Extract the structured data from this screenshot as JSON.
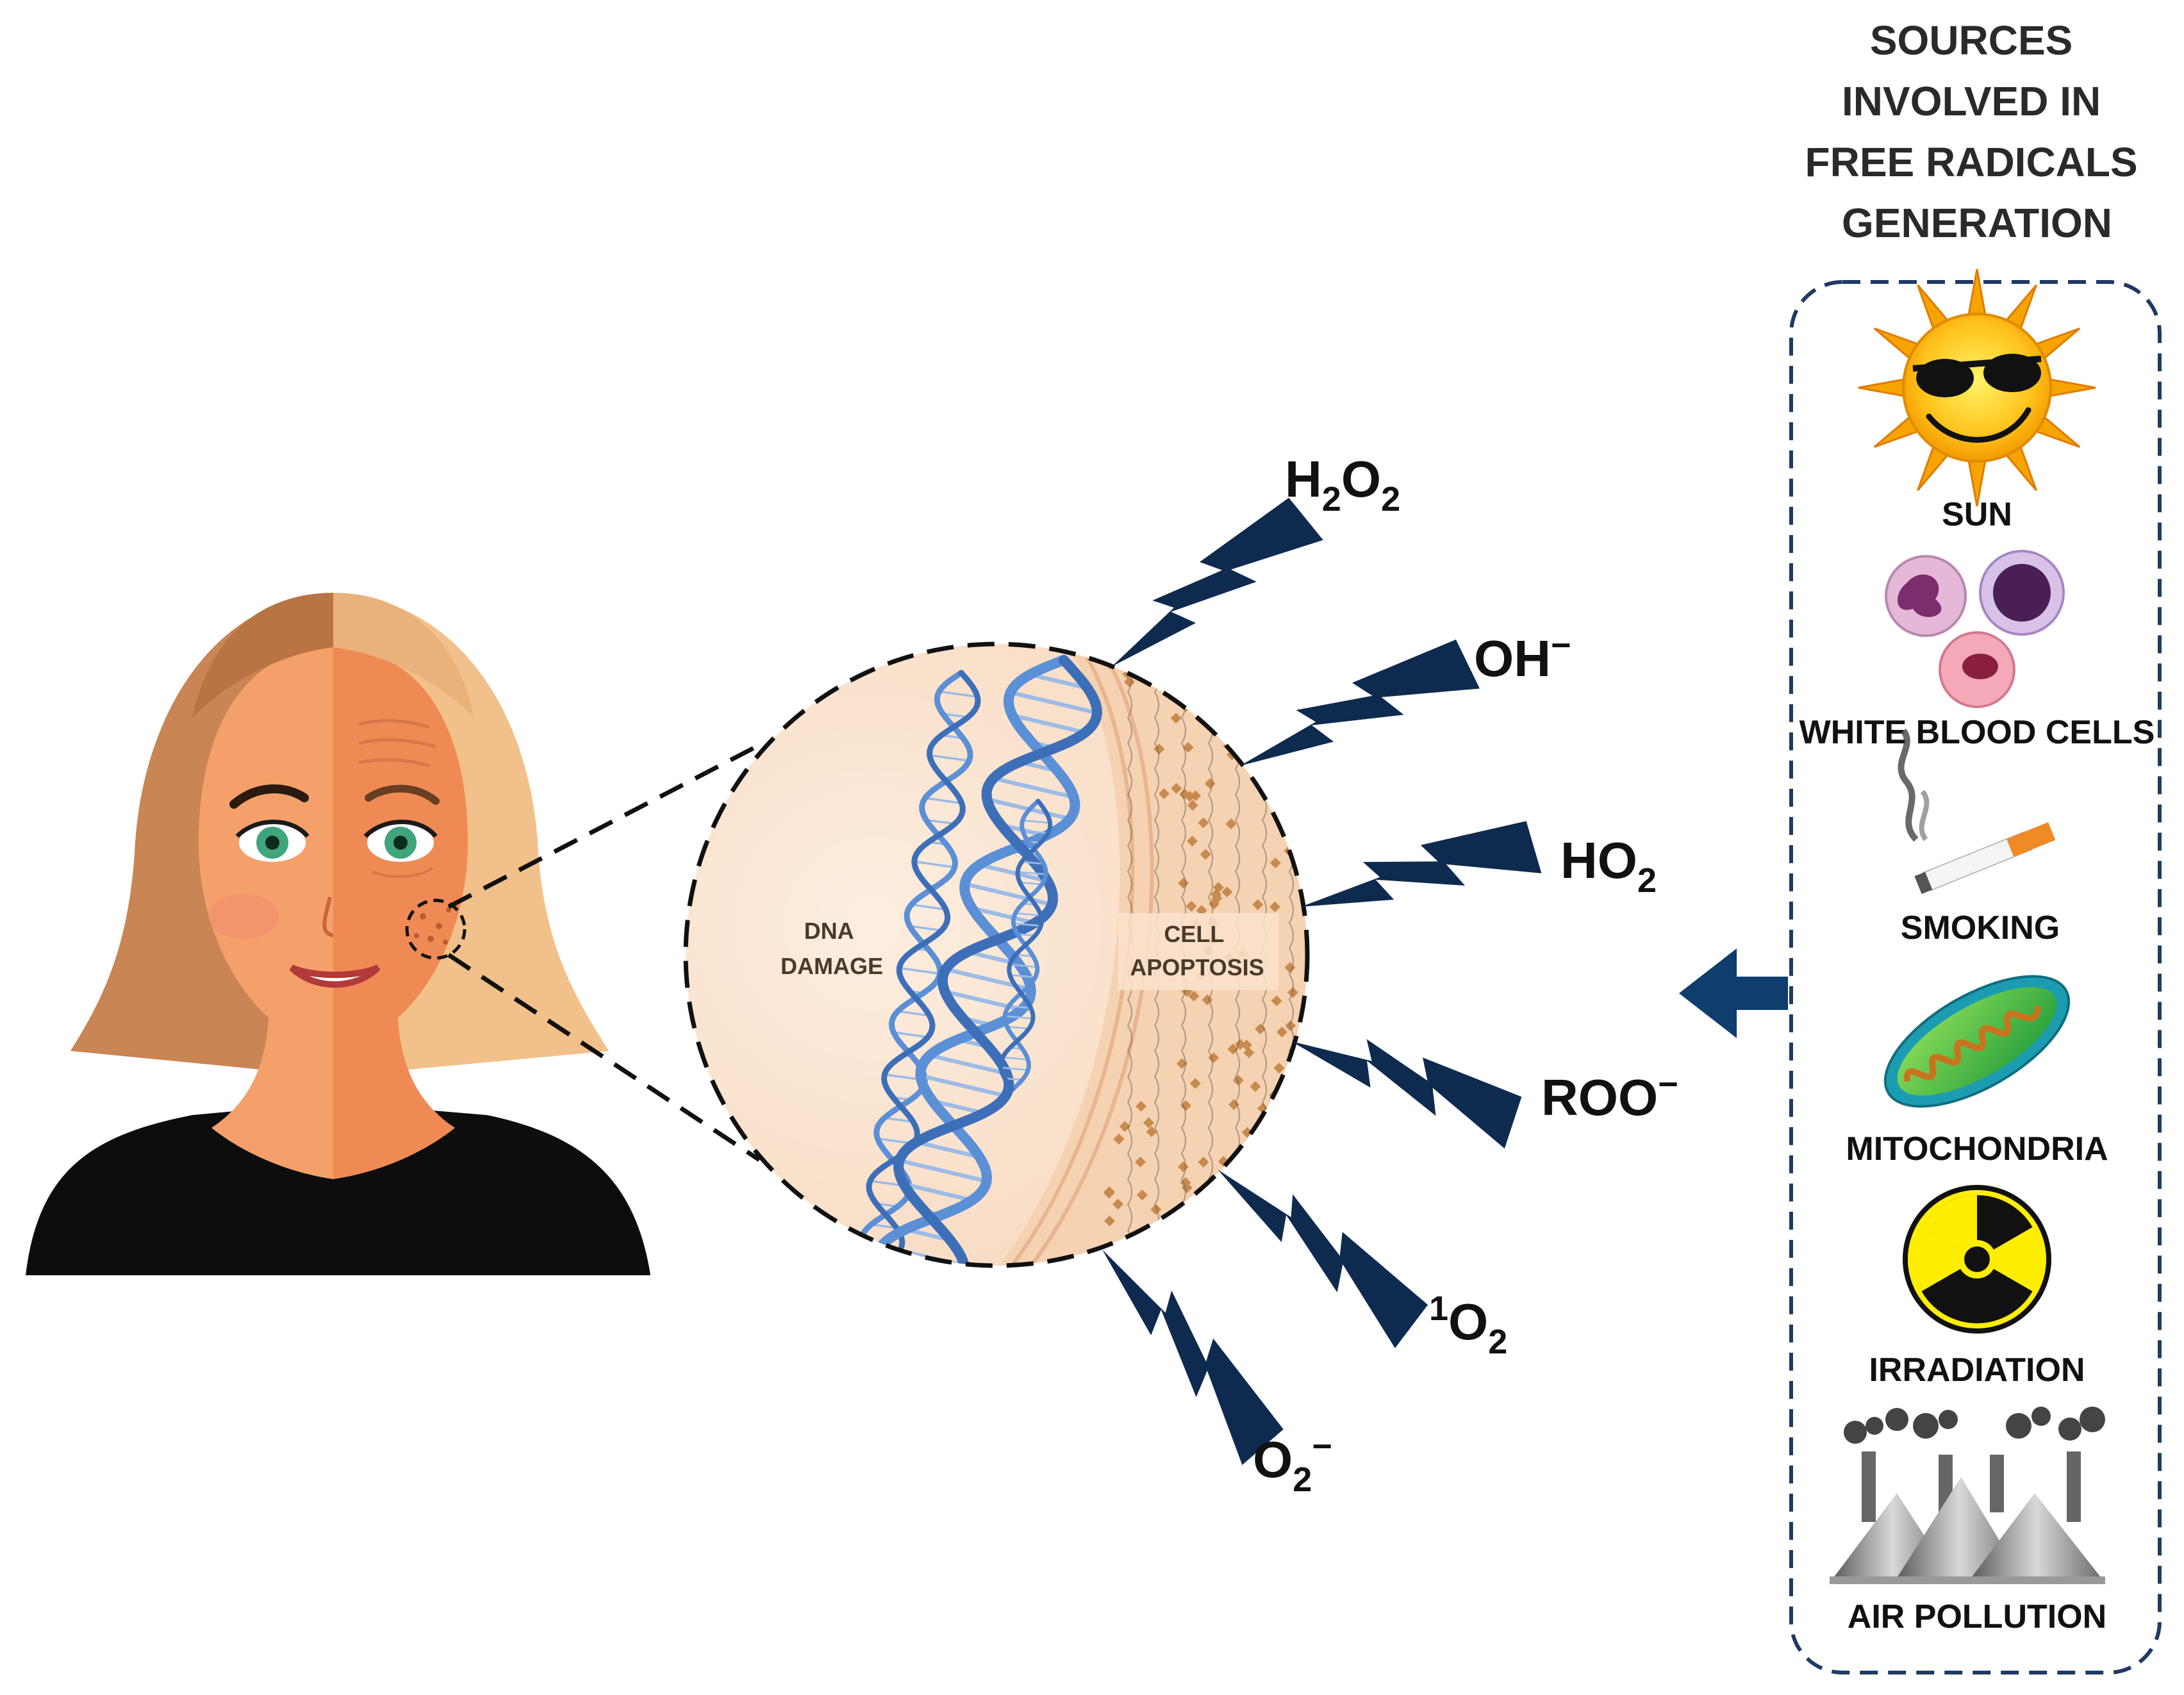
{
  "sources": {
    "title_lines": [
      "SOURCES",
      "INVOLVED IN",
      "FREE RADICALS",
      "GENERATION"
    ],
    "items": [
      {
        "label": "SUN",
        "icon": "sun-icon"
      },
      {
        "label": "WHITE BLOOD CELLS",
        "icon": "white-blood-cells-icon"
      },
      {
        "label": "SMOKING",
        "icon": "cigarette-icon"
      },
      {
        "label": "MITOCHONDRIA",
        "icon": "mitochondria-icon"
      },
      {
        "label": "IRRADIATION",
        "icon": "radiation-icon"
      },
      {
        "label": "AIR POLLUTION",
        "icon": "factory-icon"
      }
    ]
  },
  "zoom": {
    "dna_label_lines": [
      "DNA",
      "DAMAGE"
    ],
    "apoptosis_label_lines": [
      "CELL",
      "APOPTOSIS"
    ]
  },
  "radicals": [
    {
      "base": "H",
      "sub1": "2",
      "mid": "O",
      "sub2": "2",
      "sup": ""
    },
    {
      "base": "OH",
      "sup": "−"
    },
    {
      "base": "HO",
      "sub1": "2"
    },
    {
      "base": "ROO",
      "sup": "−"
    },
    {
      "pre_sup": "1",
      "base": "O",
      "sub1": "2"
    },
    {
      "base": "O",
      "sub1": "2",
      "sup": "−"
    }
  ],
  "colors": {
    "bolt": "#0e2a4f",
    "arrow": "#0e3d6e",
    "panel_border": "#1f3a63",
    "skin_young": "#f5a06a",
    "skin_old": "#f08a55",
    "hair_young": "#c98553",
    "hair_old": "#f2c08a",
    "dna": "#5b8fd6",
    "zoom_bg": "#fce6d3"
  }
}
